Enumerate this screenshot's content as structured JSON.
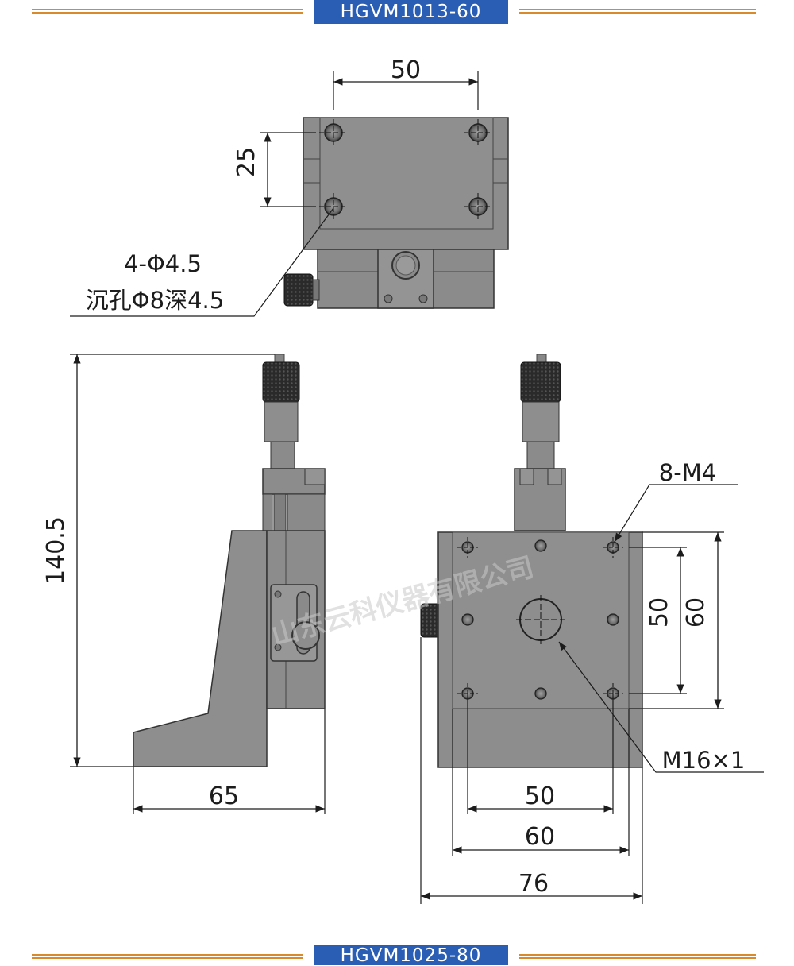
{
  "header": {
    "model": "HGVM1013-60"
  },
  "footer": {
    "model": "HGVM1025-80"
  },
  "top_view": {
    "dim_width": "50",
    "dim_height": "25",
    "hole_label_1": "4-Φ4.5",
    "hole_label_2": "沉孔Φ8深4.5"
  },
  "side_view": {
    "dim_height": "140.5",
    "dim_width": "65"
  },
  "front_view": {
    "thread_label": "8-M4",
    "center_label": "M16×1",
    "dim_v_inner": "50",
    "dim_v_outer": "60",
    "dim_h_inner": "50",
    "dim_h_mid": "60",
    "dim_h_outer": "76"
  },
  "watermark": "山东云科仪器有限公司",
  "colors": {
    "band": "#2a5db4",
    "rule": "#d98a2c",
    "metal": "#8d8d8d"
  }
}
